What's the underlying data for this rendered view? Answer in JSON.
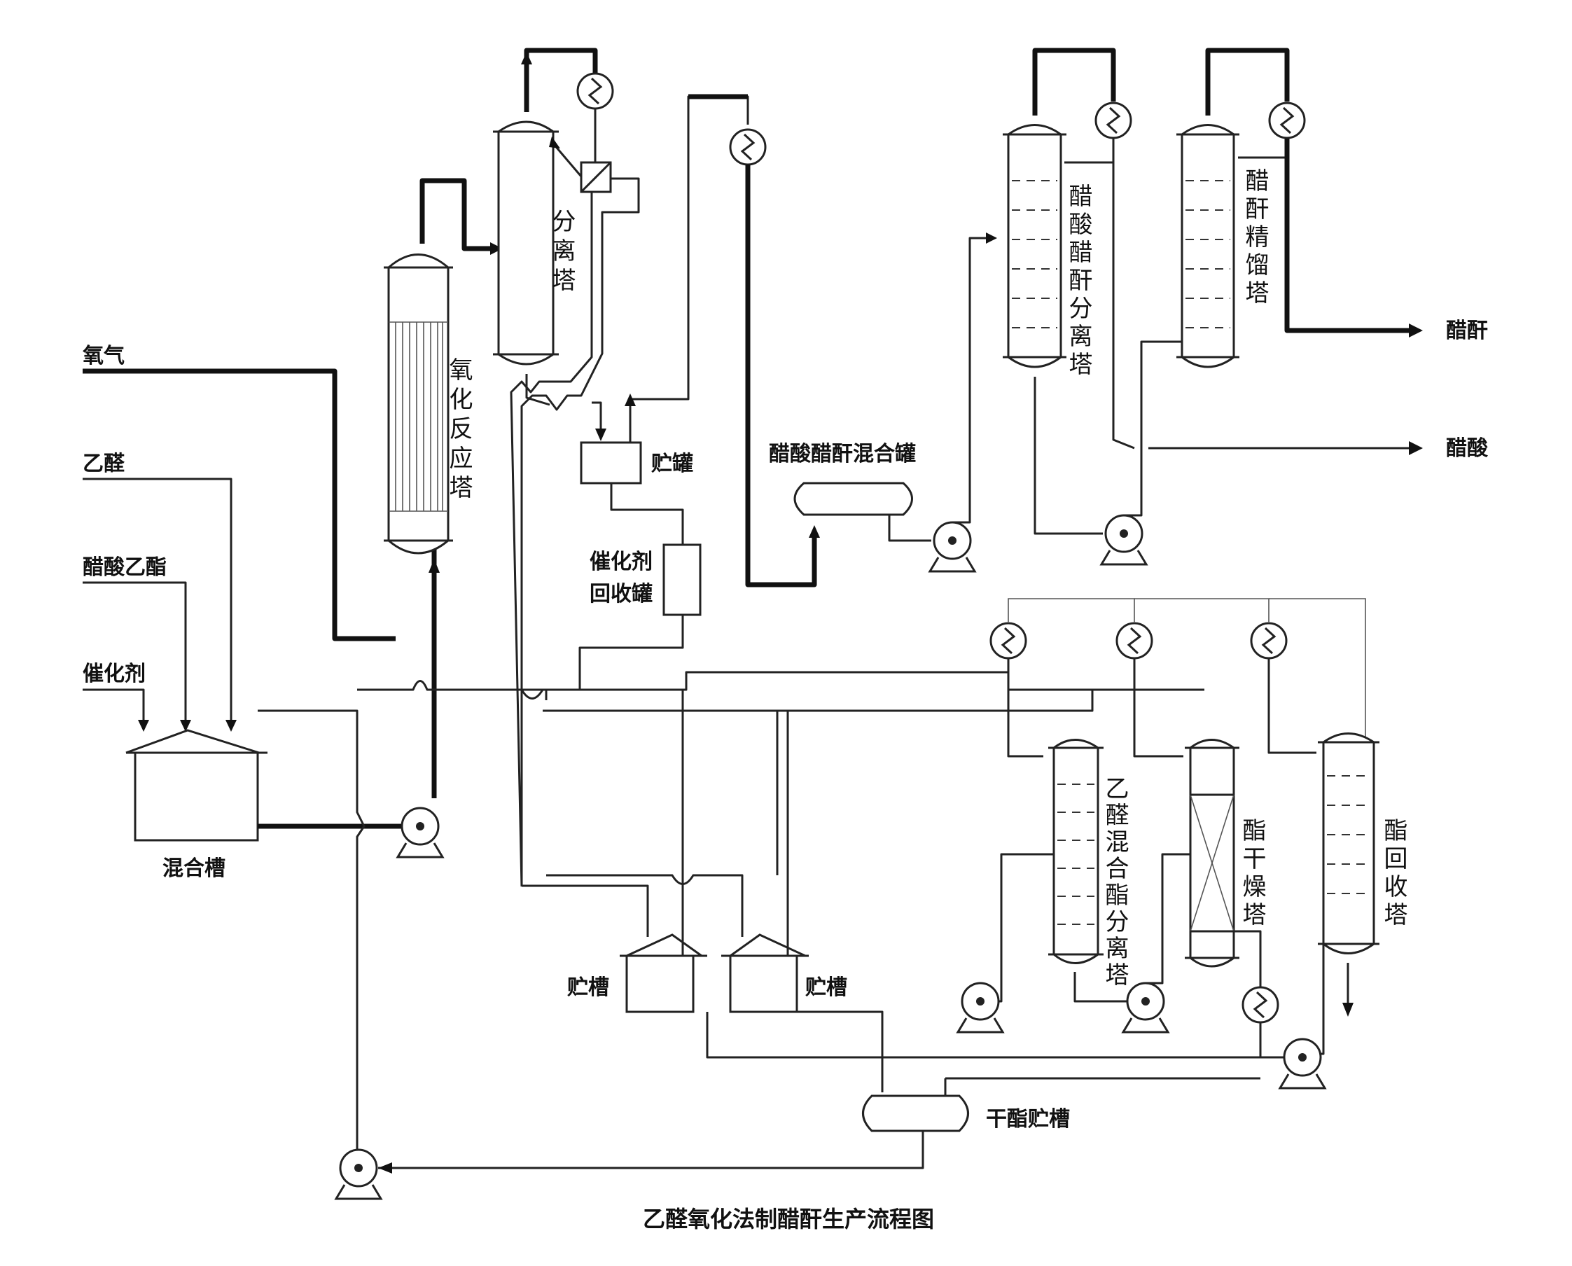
{
  "title": "乙醛氧化法制醋酐生产流程图",
  "inputs": {
    "oxygen": "氧气",
    "acetaldehyde": "乙醛",
    "ethyl_acetate": "醋酸乙酯",
    "catalyst": "催化剂"
  },
  "outputs": {
    "acetic_anhydride": "醋酐",
    "acetic_acid": "醋酸"
  },
  "equipment": {
    "mixing_tank": "混合槽",
    "oxidation_tower": "氧化反应塔",
    "separation_tower": "分离塔",
    "storage_tank": "贮罐",
    "catalyst_recovery": "催化剂回收罐",
    "mix_tank_acid_anhydride": "醋酸醋酐混合罐",
    "acid_anhydride_separator": "醋酸醋酐分离塔",
    "anhydride_rectifier": "醋酐精馏塔",
    "storage_trough_left": "贮槽",
    "storage_trough_right": "贮槽",
    "aldehyde_ester_separator": "乙醛混合酯分离塔",
    "ester_dryer": "酯干燥塔",
    "ester_recovery": "酯回收塔",
    "dry_ester_tank": "干酯贮槽"
  }
}
